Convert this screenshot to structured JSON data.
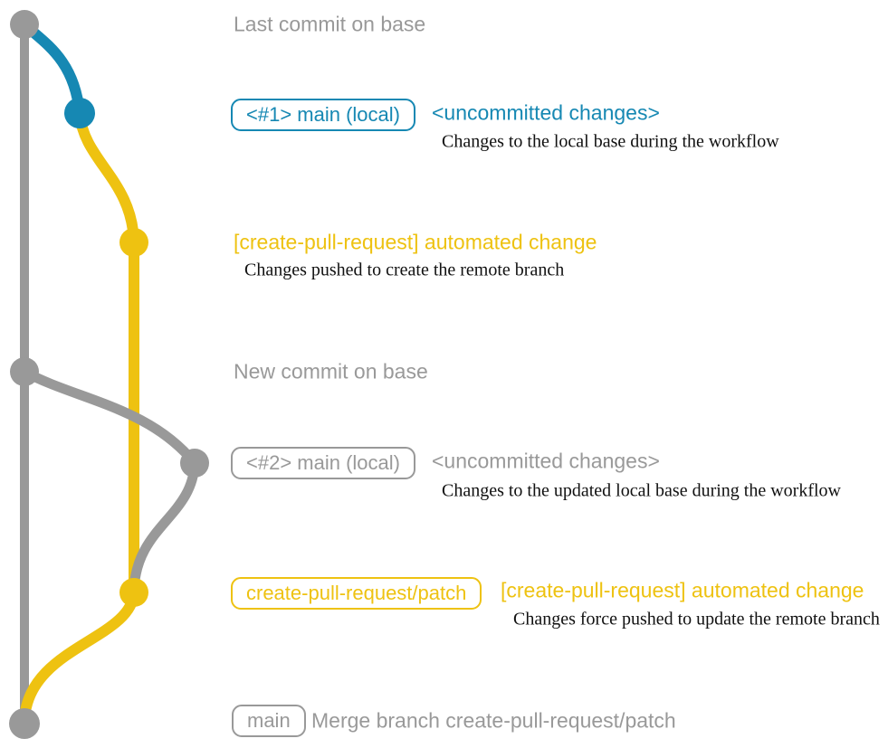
{
  "colors": {
    "gray": "#999999",
    "blue": "#1688b3",
    "yellow": "#eec211",
    "black": "#111111"
  },
  "diagram": {
    "last_commit": {
      "title": "Last commit on base"
    },
    "local_main_1": {
      "badge": "<#1> main (local)",
      "status": "<uncommitted changes>",
      "desc": "Changes to the local base during the workflow"
    },
    "automated_change_1": {
      "title": "[create-pull-request] automated change",
      "desc": "Changes pushed to create the remote branch"
    },
    "new_commit": {
      "title": "New commit on base"
    },
    "local_main_2": {
      "badge": "<#2> main (local)",
      "status": "<uncommitted changes>",
      "desc": "Changes to the updated local base during the workflow"
    },
    "patch_branch": {
      "badge": "create-pull-request/patch",
      "title": "[create-pull-request] automated change",
      "desc": "Changes force pushed to update the remote branch"
    },
    "merge": {
      "badge": "main",
      "message": "Merge branch create-pull-request/patch"
    }
  }
}
